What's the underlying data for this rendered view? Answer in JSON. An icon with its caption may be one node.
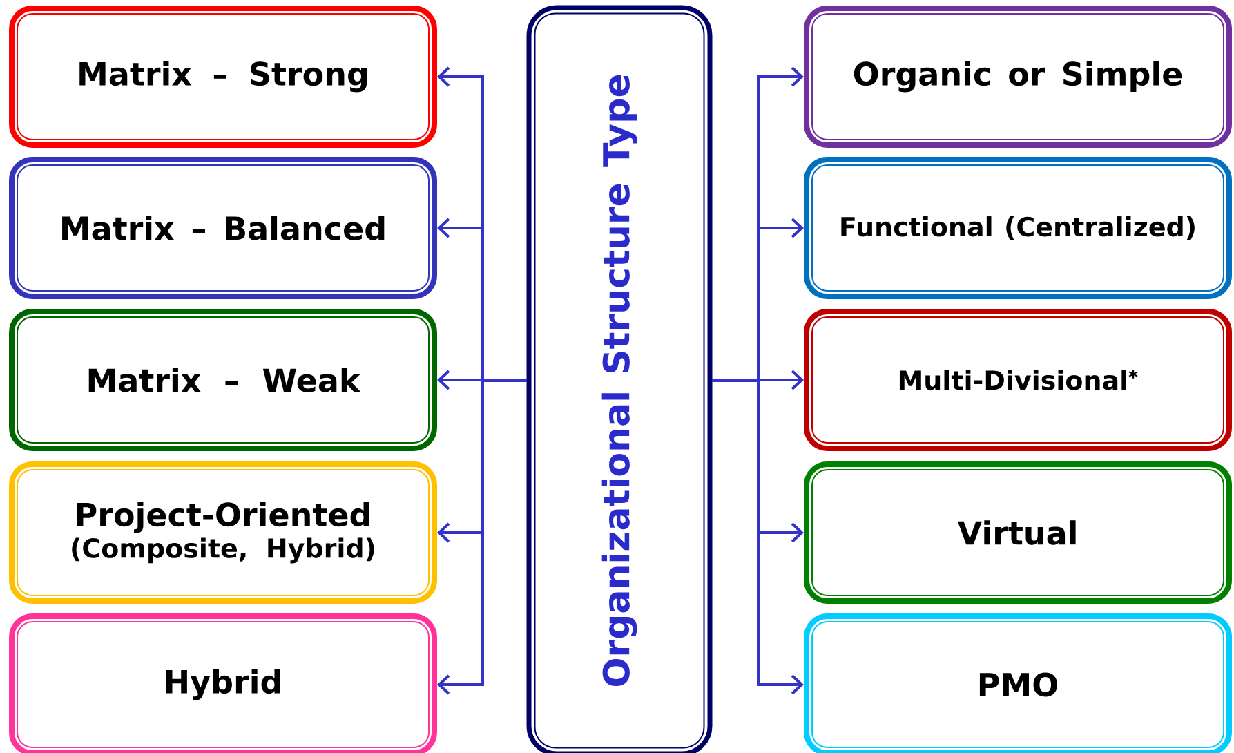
{
  "diagram": {
    "nodes": [
      {
        "text": [
          "Matrix – Strong"
        ]
      },
      {
        "text": [
          "Matrix – Balanced"
        ]
      },
      {
        "text": [
          "Matrix – Weak"
        ]
      },
      {
        "text": [
          "Project-Oriented",
          "(Composite, Hybrid)"
        ]
      },
      {
        "text": [
          "Hybrid"
        ]
      },
      {
        "text": [
          "Organizational Structure Type"
        ]
      },
      {
        "text": [
          "Organic or Simple"
        ]
      },
      {
        "text": [
          "Functional (Centralized)"
        ]
      },
      {
        "text": [
          "Multi-Divisional$^{*}$"
        ]
      },
      {
        "text": [
          "Virtual"
        ]
      },
      {
        "text": [
          "PMO"
        ]
      }
    ],
    "edges": [
      {
        "from": 5,
        "to": 0,
        "arrow": "to"
      },
      {
        "from": 5,
        "to": 1,
        "arrow": "to"
      },
      {
        "from": 5,
        "to": 2,
        "arrow": "to"
      },
      {
        "from": 5,
        "to": 3,
        "arrow": "to"
      },
      {
        "from": 5,
        "to": 4,
        "arrow": "to"
      },
      {
        "from": 5,
        "to": 6,
        "arrow": "to"
      },
      {
        "from": 5,
        "to": 7,
        "arrow": "to"
      },
      {
        "from": 5,
        "to": 8,
        "arrow": "to"
      },
      {
        "from": 5,
        "to": 9,
        "arrow": "to"
      },
      {
        "from": 5,
        "to": 10,
        "arrow": "to"
      }
    ]
  }
}
